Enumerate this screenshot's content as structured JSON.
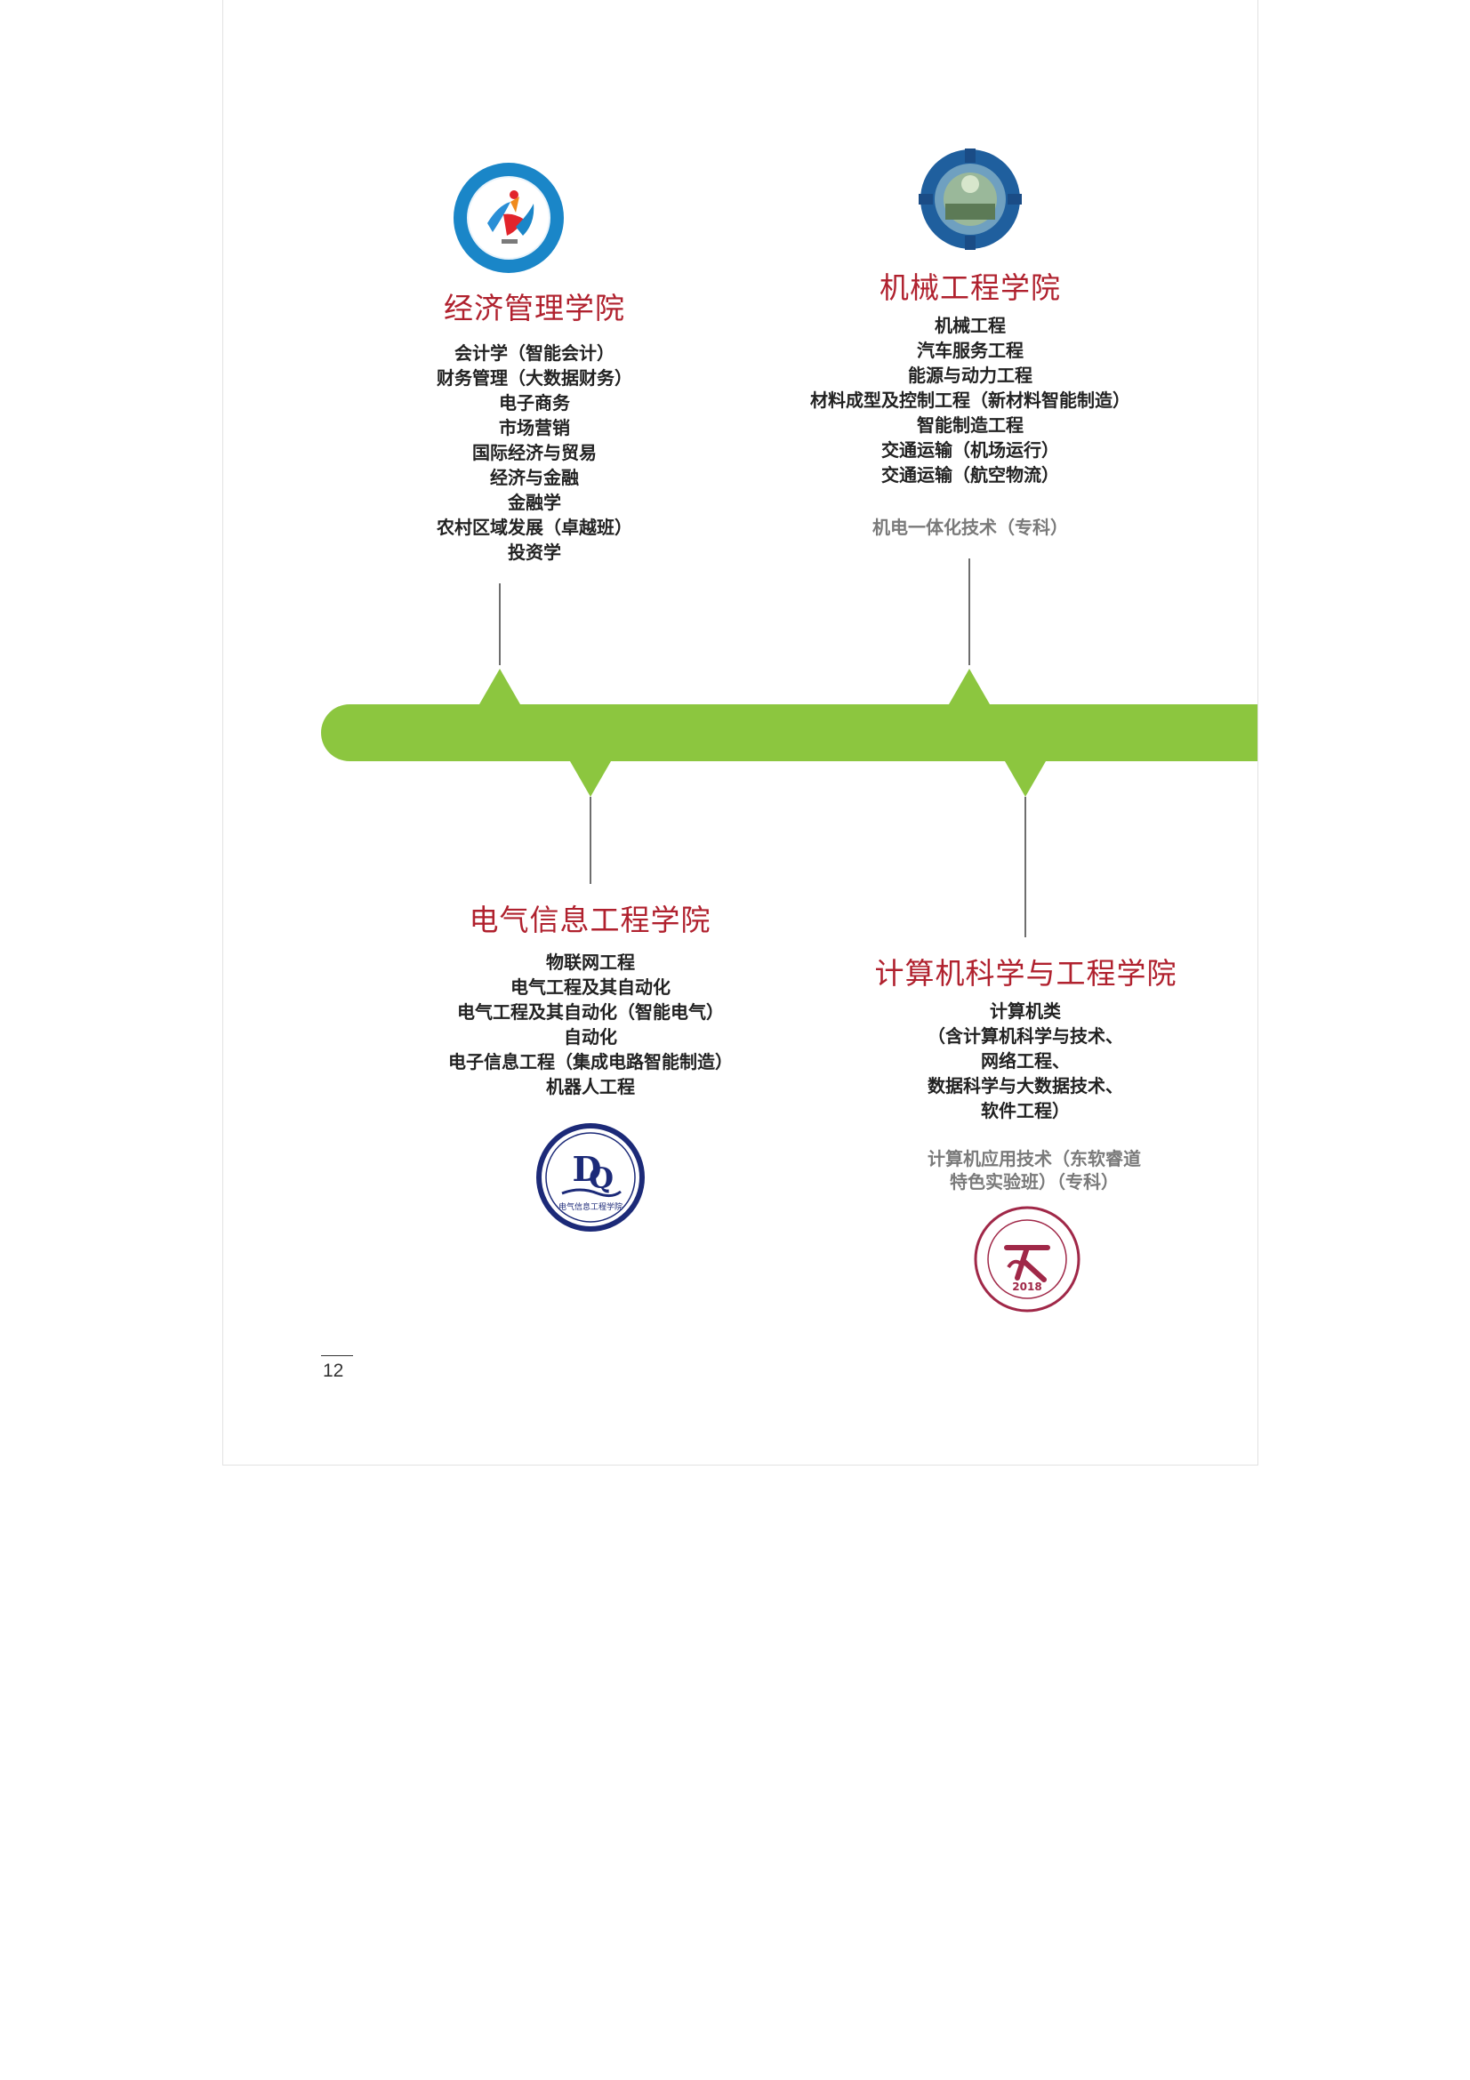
{
  "colors": {
    "title_red": "#b0212e",
    "timeline_green": "#8cc63f",
    "text_dark": "#222222",
    "text_gray": "#7a7a7a"
  },
  "colleges": {
    "economics": {
      "title": "经济管理学院",
      "logo_icon": "economics-management-college-logo",
      "majors": [
        "会计学（智能会计）",
        "财务管理（大数据财务）",
        "电子商务",
        "市场营销",
        "国际经济与贸易",
        "经济与金融",
        "金融学",
        "农村区域发展（卓越班）",
        "投资学"
      ]
    },
    "mechanical": {
      "title": "机械工程学院",
      "logo_icon": "mechanical-engineering-gear-logo",
      "majors": [
        "机械工程",
        "汽车服务工程",
        "能源与动力工程",
        "材料成型及控制工程（新材料智能制造）",
        "智能制造工程",
        "交通运输（机场运行）",
        "交通运输（航空物流）"
      ],
      "diploma": [
        "机电一体化技术（专科）"
      ]
    },
    "electrical": {
      "title": "电气信息工程学院",
      "logo_icon": "electrical-information-college-logo",
      "logo_caption": "电气信息工程学院",
      "majors": [
        "物联网工程",
        "电气工程及其自动化",
        "电气工程及其自动化（智能电气）",
        "自动化",
        "电子信息工程（集成电路智能制造）",
        "机器人工程"
      ]
    },
    "computer": {
      "title": "计算机科学与工程学院",
      "logo_icon": "computer-science-college-seal-logo",
      "logo_year": "2018",
      "majors": [
        "计算机类",
        "（含计算机科学与技术、",
        "网络工程、",
        "数据科学与大数据技术、",
        "软件工程）"
      ],
      "diploma": [
        "计算机应用技术（东软睿道",
        "特色实验班）（专科）"
      ]
    }
  },
  "page_number": "12"
}
